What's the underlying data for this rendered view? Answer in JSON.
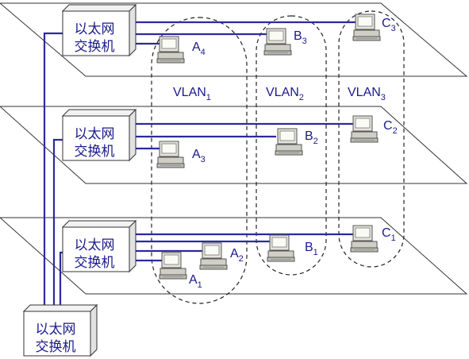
{
  "switch_label": {
    "line1": "以太网",
    "line2": "交换机"
  },
  "vlans": [
    {
      "name": "VLAN",
      "sub": "1"
    },
    {
      "name": "VLAN",
      "sub": "2"
    },
    {
      "name": "VLAN",
      "sub": "3"
    }
  ],
  "computers": {
    "A4": {
      "name": "A",
      "sub": "4"
    },
    "B3": {
      "name": "B",
      "sub": "3"
    },
    "C3": {
      "name": "C",
      "sub": "3"
    },
    "A3": {
      "name": "A",
      "sub": "3"
    },
    "B2": {
      "name": "B",
      "sub": "2"
    },
    "C2": {
      "name": "C",
      "sub": "2"
    },
    "A2": {
      "name": "A",
      "sub": "2"
    },
    "A1": {
      "name": "A",
      "sub": "1"
    },
    "B1": {
      "name": "B",
      "sub": "1"
    },
    "C1": {
      "name": "C",
      "sub": "1"
    }
  },
  "colors": {
    "line": "#2b2b9a",
    "text": "#1a1a8c",
    "floor": "#ffffff",
    "pc": "#d8d8d0"
  }
}
